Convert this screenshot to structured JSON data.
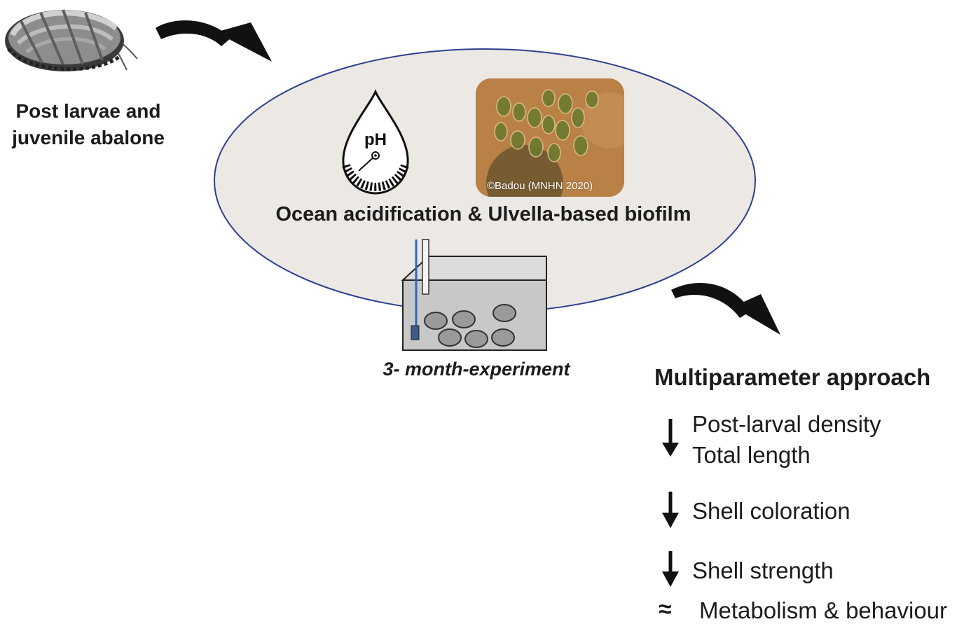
{
  "input": {
    "title_line1": "Post larvae and",
    "title_line2": "juvenile abalone"
  },
  "conditions": {
    "title": "Ocean acidification & Ulvella-based biofilm",
    "ph_label": "pH",
    "photo_credit": "©Badou (MNHN 2020)"
  },
  "experiment": {
    "label": "3- month-experiment"
  },
  "results": {
    "title": "Multiparameter approach",
    "items": [
      {
        "text": "Post-larval density",
        "trend": "down"
      },
      {
        "text": "Total length",
        "trend": "down"
      },
      {
        "text": "Shell coloration",
        "trend": "down"
      },
      {
        "text": "Shell strength",
        "trend": "down"
      },
      {
        "text": "Metabolism & behaviour",
        "trend": "similar"
      }
    ],
    "similar_symbol": "≈"
  },
  "colors": {
    "ellipse_fill": "#ece9e4",
    "ellipse_stroke": "#2d3f8f",
    "arrow": "#111111",
    "tank_front": "#c8c8c8",
    "tank_top": "#dcdcdc",
    "tank_side": "#a9a9a9",
    "probe": "#2f67b4"
  }
}
